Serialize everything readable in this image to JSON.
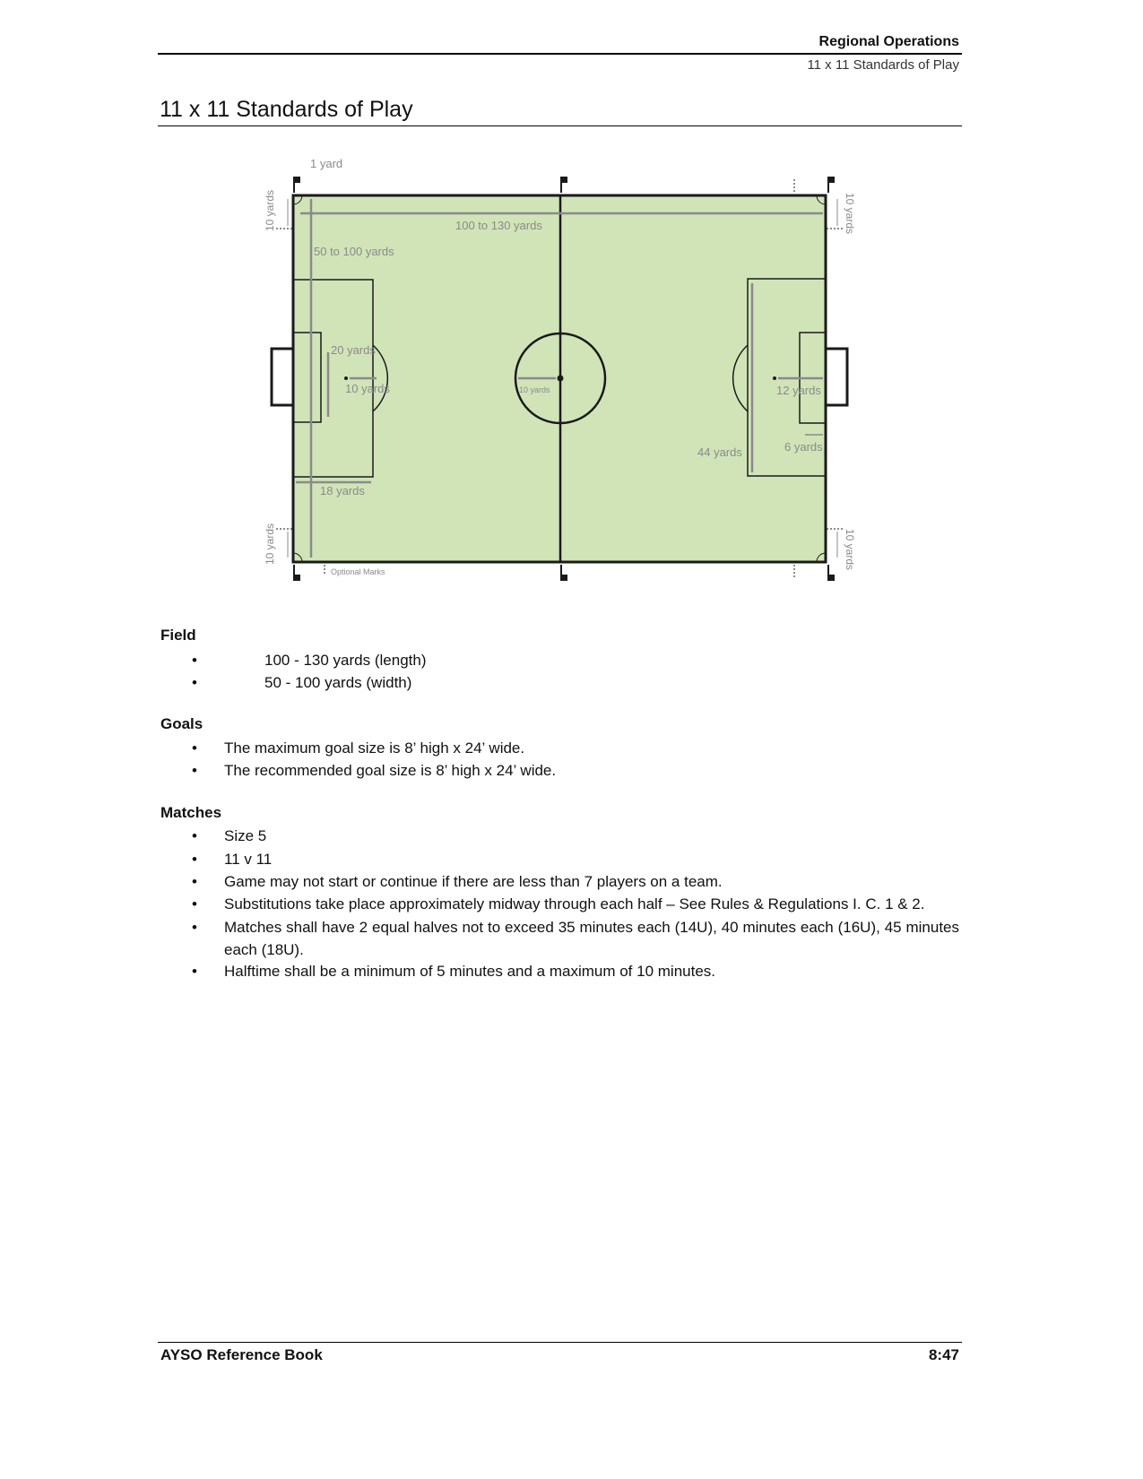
{
  "header": {
    "section": "Regional Operations",
    "subsection": "11 x 11 Standards of Play"
  },
  "title": "11 x 11 Standards of Play",
  "diagram": {
    "labels": {
      "one_yard": "1 yard",
      "ten_yards": "10 yards",
      "length": "100 to 130 yards",
      "width": "50 to 100 yards",
      "goal_area_width": "20 yards",
      "penalty_arc": "10 yards",
      "center_circle": "10 yards",
      "penalty_spot": "12 yards",
      "penalty_area_width": "44 yards",
      "goal_area_depth": "6 yards",
      "penalty_area_depth": "18 yards",
      "optional_marks": "Optional Marks"
    },
    "colors": {
      "grass": "#d1e4b8",
      "lines": "#1a1a1a",
      "dimension": "#8a8a8a"
    }
  },
  "sections": [
    {
      "heading": "Field",
      "items": [
        "100 - 130 yards (length)",
        "50 - 100 yards (width)"
      ]
    },
    {
      "heading": "Goals",
      "items": [
        "The maximum goal size is  8’ high x 24’ wide.",
        "The recommended goal size is 8’ high x 24’ wide."
      ]
    },
    {
      "heading": "Matches",
      "items": [
        "Size 5",
        "11 v 11",
        "Game may not start or continue if there are less than 7 players on a team.",
        "Substitutions take place approximately midway through each half – See Rules & Regulations I. C. 1 & 2.",
        "Matches shall have 2 equal halves not to exceed 35 minutes each (14U), 40 minutes each (16U), 45 minutes each (18U).",
        "Halftime shall be a minimum of 5 minutes and a maximum of 10 minutes."
      ]
    }
  ],
  "footer": {
    "left": "AYSO Reference Book",
    "right": "8:47"
  }
}
